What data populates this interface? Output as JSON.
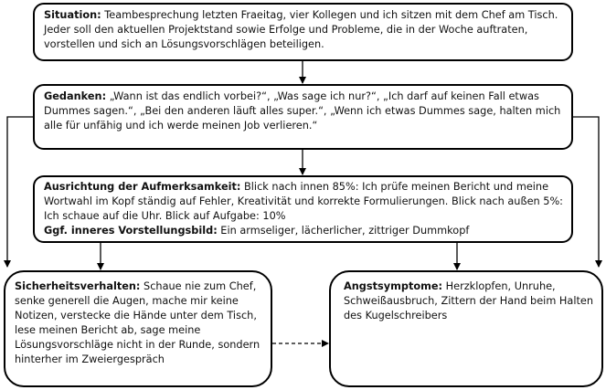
{
  "situation": {
    "label": "Situation:",
    "text": " Teambesprechung letzten Fraeitag, vier Kollegen und ich sitzen mit dem Chef am Tisch. Jeder soll den aktuellen Projektstand sowie Erfolge und Probleme, die in der Woche auftraten, vorstellen und sich an Lösungsvorschlägen beteiligen."
  },
  "gedanken": {
    "label": "Gedanken:",
    "text": " „Wann ist das endlich vorbei?“, „Was sage ich nur?“, „Ich darf auf keinen Fall etwas Dummes sagen.“, „Bei den anderen läuft alles super.“, „Wenn ich etwas Dummes sage, halten mich alle für unfähig und ich werde meinen Job verlieren.“"
  },
  "ausrichtung": {
    "label": "Ausrichtung der Aufmerksamkeit:",
    "text": " Blick nach innen 85%: Ich prüfe meinen Bericht und meine Wortwahl im Kopf ständig auf Fehler, Kreativität und korrekte Formulierungen. Blick nach außen 5%: Ich schaue auf die Uhr. Blick auf Aufgabe: 10%",
    "vorstellung_label": "Ggf. inneres Vorstellungsbild:",
    "vorstellung_text": " Ein armseliger, lächerlicher, zittriger Dummkopf"
  },
  "sicherheit": {
    "label": "Sicherheitsverhalten:",
    "text": " Schaue nie zum Chef, senke generell die Augen, mache mir keine Notizen, verstecke die Hände unter dem Tisch, lese meinen Bericht ab, sage meine Lösungsvorschläge nicht in der Runde, sondern hinterher im Zweiergespräch"
  },
  "angst": {
    "label": "Angstsymptome:",
    "text": " Herzklopfen, Unruhe, Schweißausbruch, Zittern der Hand beim Halten des Kugelschreibers"
  }
}
